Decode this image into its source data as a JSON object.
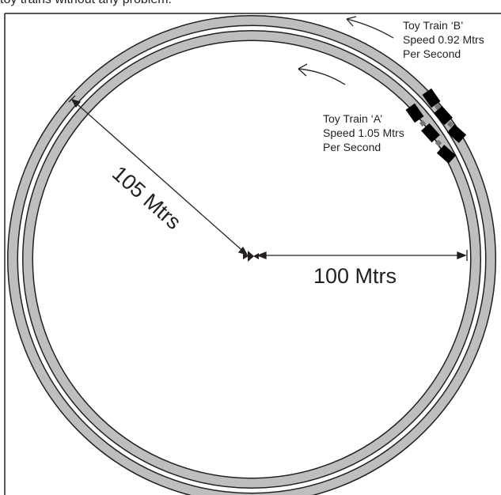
{
  "page": {
    "top_text": "toy trains without any problem."
  },
  "diagram": {
    "trains": [
      {
        "name": "Toy Train ‘B’",
        "speed": "Speed 0.92 Mtrs",
        "unit": "Per Second"
      },
      {
        "name": "Toy Train ‘A’",
        "speed": "Speed 1.05 Mtrs",
        "unit": "Per Second"
      }
    ],
    "radius_labels": {
      "outer": "105 Mtrs",
      "inner": "100 Mtrs"
    },
    "colors": {
      "track": "#bcbec0",
      "line": "#231f20",
      "train": "#000000"
    }
  }
}
